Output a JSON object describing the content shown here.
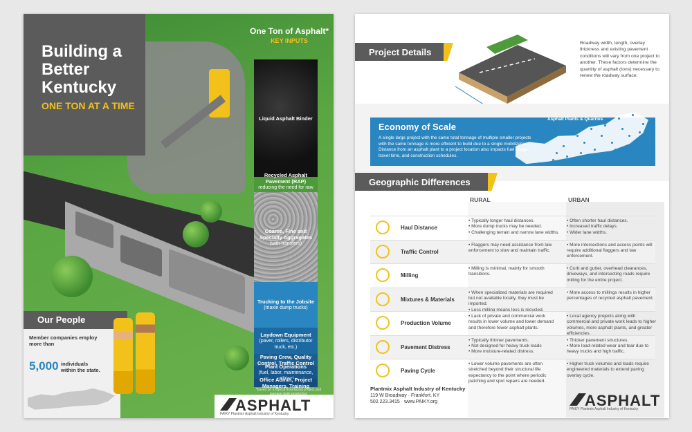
{
  "left": {
    "title": "Building a Better Kentucky",
    "subtitle": "ONE TON AT A TIME",
    "one_ton": "One Ton of Asphalt*",
    "key_inputs": "KEY INPUTS",
    "columns": [
      {
        "label": "Liquid Asphalt Binder",
        "note": ""
      },
      {
        "label": "Recycled Asphalt Pavement (RAP)",
        "note": "reducing the need for raw materials"
      },
      {
        "label": "Coarse, Fine and Specialty Aggregates",
        "note": "(with transfers)"
      },
      {
        "label": "Trucking to the Jobsite",
        "note": "(triaxle dump trucks)"
      },
      {
        "label": "Laydown Equipment",
        "note": "(paver, rollers, distributor truck, etc.)"
      },
      {
        "label": "Paving Crew, Quality Control, Traffic Control",
        "note": ""
      },
      {
        "label": "Plant Operations",
        "note": "(fuel, labor, maintenance, utilities)"
      },
      {
        "label": "Office Admin, Project Managers, Training",
        "note": ""
      }
    ],
    "column_footnote": "*based on a typical resurfacing project and average daily production",
    "people_title": "Our People",
    "people_text": "Member companies employ more than",
    "people_number": "5,000",
    "people_suffix": "individuals within the state.",
    "logo": "ASPHALT",
    "logo_small": "PAIKY Plantmix Asphalt Industry of Kentucky"
  },
  "right": {
    "project_details": "Project Details",
    "project_text": "Roadway width, length, overlay thickness and existing pavement conditions will vary from one project to another. These factors determine the quantity of asphalt (tons) necessary to renew the roadway surface.",
    "eco_title": "Economy of Scale",
    "eco_text": "A single large project with the same total tonnage of multiple smaller projects with the same tonnage is more efficient to build due to a single mobilization. Distance from an asphalt plant to a project location also impacts fuel usage, travel time, and construction schedules.",
    "eco_map_label": "Asphalt Plants & Quarries",
    "geo_title": "Geographic Differences",
    "rural_head": "RURAL",
    "urban_head": "URBAN",
    "rows": [
      {
        "icon": "map-pin-icon",
        "label": "Haul Distance",
        "rural": "• Typically longer haul distances.\n• More dump trucks may be needed.\n• Challenging terrain and narrow lane widths.",
        "urban": "• Often shorter haul distances.\n• Increased traffic delays.\n• Wider lane widths."
      },
      {
        "icon": "traffic-light-icon",
        "label": "Traffic Control",
        "rural": "• Flaggers may need assistance from law enforcement to slow and maintain traffic.",
        "urban": "• More intersections and access points will require additional flaggers and law enforcement."
      },
      {
        "icon": "milling-drum-icon",
        "label": "Milling",
        "rural": "• Milling is minimal, mainly for smooth transitions.",
        "urban": "• Curb and gutter, overhead clearances, driveways, and intersecting roads require milling for the entire project."
      },
      {
        "icon": "gears-icon",
        "label": "Mixtures & Materials",
        "rural": "• When specialized materials are required but not available locally, they must be imported.\n• Less milling means less is recycled.",
        "urban": "• More access to millings results in higher percentages of recycled asphalt pavement."
      },
      {
        "icon": "factory-icon",
        "label": "Production Volume",
        "rural": "• Lack of private and commercial work results in lower volume and lower demand and therefore fewer asphalt plants.",
        "urban": "• Local agency projects along with commercial and private work leads to higher volumes, more asphalt plants, and greater efficiencies."
      },
      {
        "icon": "cracks-icon",
        "label": "Pavement Distress",
        "rural": "• Typically thinner pavements.\n• Not designed for heavy truck loads\n• More moisture-related distress.",
        "urban": "• Thicker pavement structures.\n• More load-related wear and tear due to heavy trucks and high traffic."
      },
      {
        "icon": "hourglass-icon",
        "label": "Paving Cycle",
        "rural": "• Lower volume pavements are often stretched beyond their structural life expectancy to the point where periodic patching and spot repairs are needed.",
        "urban": "• Higher truck volumes and loads require engineered materials to extend paving overlay cycle."
      }
    ],
    "footer_org": "Plantmix Asphalt Industry of Kentucky",
    "footer_addr": "119 W Broadway · Frankfort, KY",
    "footer_contact": "502.223.3415 · www.PAIKY.org",
    "logo": "ASPHALT",
    "logo_small": "PAIKY Plantmix Asphalt Industry of Kentucky"
  },
  "colors": {
    "yellow": "#f2c21b",
    "blue": "#2a86c0",
    "gray": "#5b5b5b",
    "green": "#4f9a3c"
  }
}
